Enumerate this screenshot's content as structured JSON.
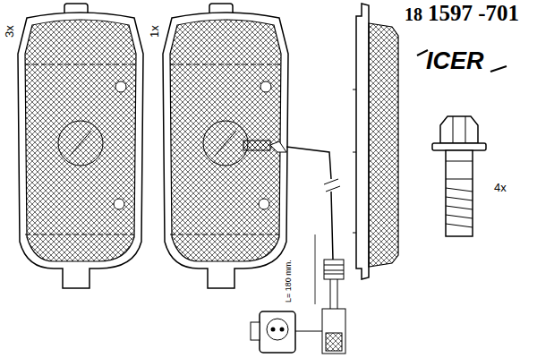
{
  "diagram": {
    "labels": [
      "3x",
      "1x",
      "18",
      "1597 -701",
      "ICER",
      "4x",
      "L= 180 mm."
    ]
  }
}
